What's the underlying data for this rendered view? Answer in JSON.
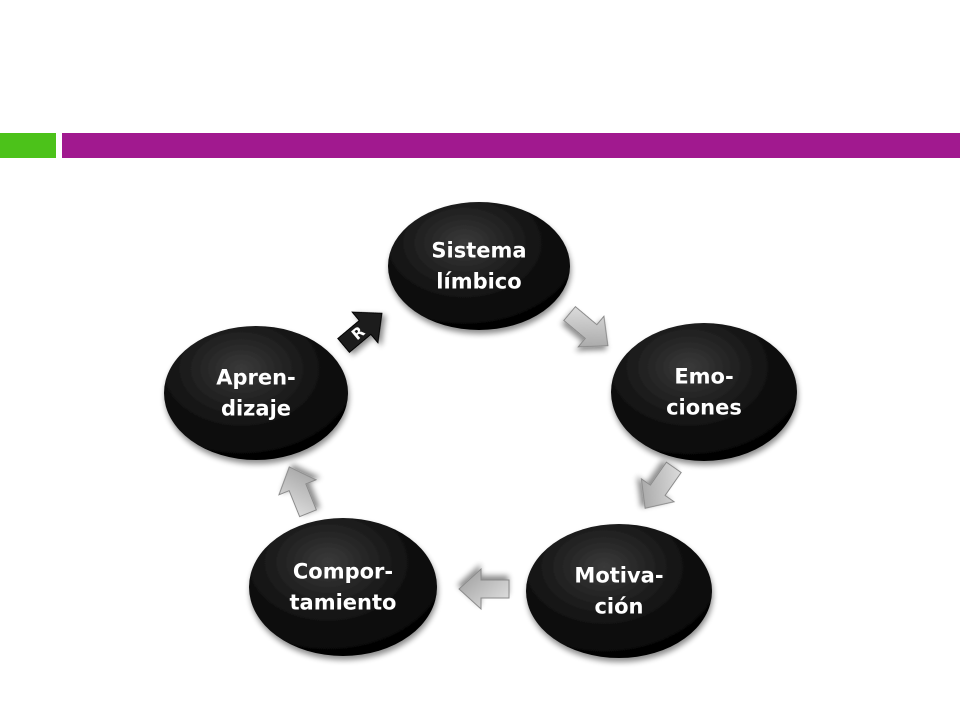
{
  "colors": {
    "accent_green": "#4cc21a",
    "accent_purple": "#a1198f",
    "node_fill": "#111111",
    "arrow_fill": "#c4c4c4"
  },
  "nodes": [
    {
      "id": "sistema-limbico",
      "lines": [
        "Sistema",
        "límbico"
      ]
    },
    {
      "id": "emociones",
      "lines": [
        "Emo-",
        "ciones"
      ]
    },
    {
      "id": "motivacion",
      "lines": [
        "Motiva-",
        "ción"
      ]
    },
    {
      "id": "comportamiento",
      "lines": [
        "Compor-",
        "tamiento"
      ]
    },
    {
      "id": "aprendizaje",
      "lines": [
        "Apren-",
        "dizaje"
      ]
    }
  ],
  "cycle_arrows": [
    {
      "from": "sistema-limbico",
      "to": "emociones",
      "icon": "arrow-icon"
    },
    {
      "from": "emociones",
      "to": "motivacion",
      "icon": "arrow-icon"
    },
    {
      "from": "motivacion",
      "to": "comportamiento",
      "icon": "arrow-icon"
    },
    {
      "from": "comportamiento",
      "to": "aprendizaje",
      "icon": "arrow-icon"
    },
    {
      "from": "aprendizaje",
      "to": "sistema-limbico",
      "icon": "arrow-icon",
      "label": "R"
    }
  ]
}
